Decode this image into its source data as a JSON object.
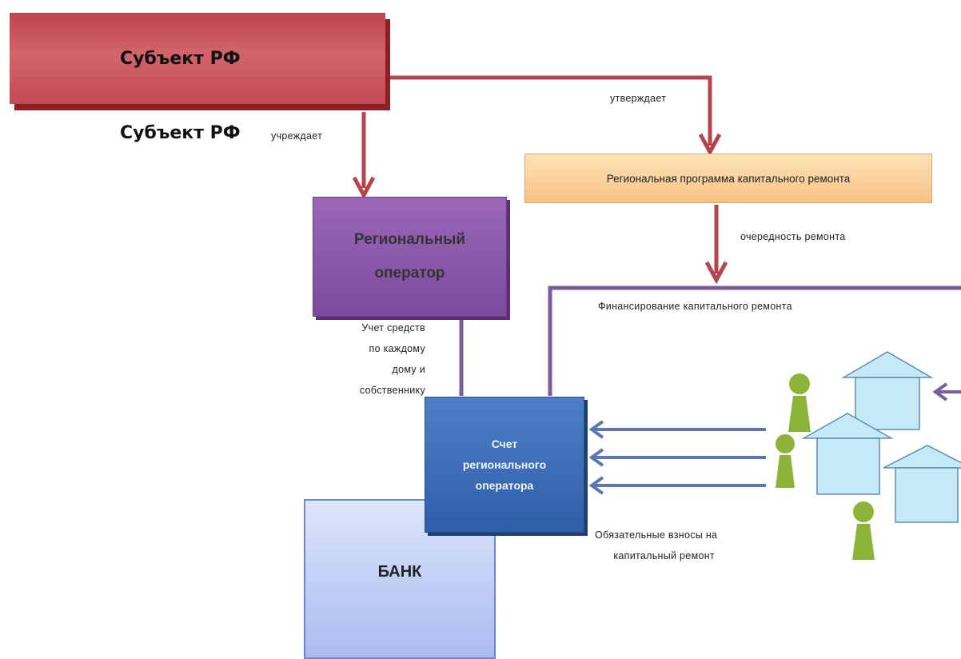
{
  "subject": {
    "label": "Субъект РФ",
    "label_repeat": "Субъект РФ"
  },
  "edges": {
    "approves": "утверждает",
    "establishes": "учреждает",
    "repair_order": "очередность ремонта",
    "financing": "Финансирование капитального ремонта",
    "accounting": [
      "Учет средств",
      "по каждому",
      "дому и",
      "собственнику"
    ],
    "contributions": [
      "Обязательные взносы на",
      "капитальный ремонт"
    ]
  },
  "program": {
    "label": "Региональная программа капитального ремонта"
  },
  "operator": {
    "line1": "Региональный",
    "line2": "оператор"
  },
  "account": {
    "line1": "Счет",
    "line2": "регионального",
    "line3": "оператора"
  },
  "bank": {
    "label": "БАНК"
  },
  "colors": {
    "red_arrow": "#b5454d",
    "purple_line": "#7a5c9a",
    "blue_arrow": "#5b78b3",
    "person": "#8db33a",
    "house": "#bfe6f5"
  }
}
